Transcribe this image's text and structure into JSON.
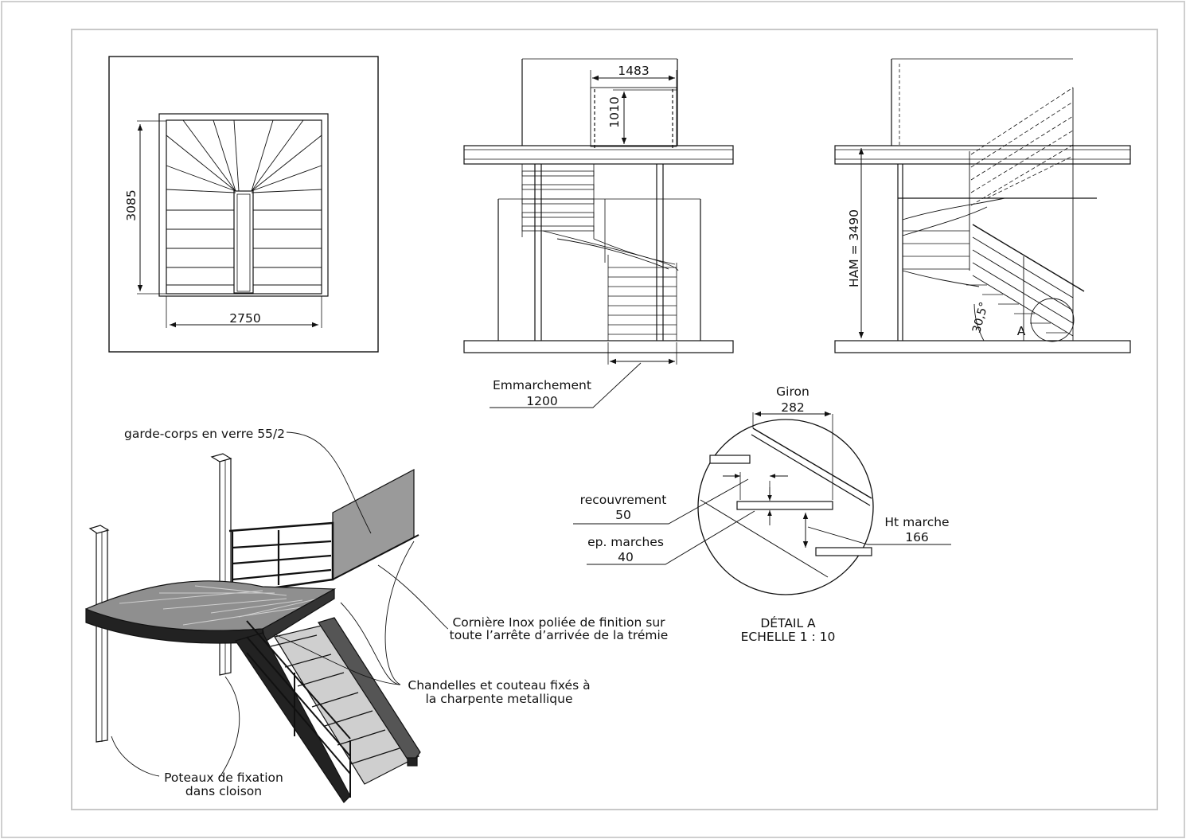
{
  "colors": {
    "line": "#111111",
    "frame": "#c8c8c8",
    "glass": "#9a9a9a",
    "tread_top": "#b8b8b8"
  },
  "plan": {
    "depth": "3085",
    "width": "2750"
  },
  "front": {
    "width": "1483",
    "height": "1010",
    "emmarchement_label": "Emmarchement",
    "emmarchement_value": "1200"
  },
  "side": {
    "ham": "HAM = 3490",
    "angle": "30,5°",
    "detail_marker": "A"
  },
  "detail": {
    "giron_label": "Giron",
    "giron_value": "282",
    "recouvrement_label": "recouvrement",
    "recouvrement_value": "50",
    "ep_label": "ep. marches",
    "ep_value": "40",
    "ht_label": "Ht marche",
    "ht_value": "166",
    "title": "DÉTAIL A",
    "scale": "ECHELLE 1 : 10"
  },
  "annotations": {
    "garde_corps": "garde-corps en verre 55/2",
    "corniere_1": "Cornière Inox poliée de finition sur",
    "corniere_2": "toute l’arrête d’arrivée de la trémie",
    "chandelles_1": "Chandelles et couteau fixés à",
    "chandelles_2": "la charpente metallique",
    "poteaux_1": "Poteaux de fixation",
    "poteaux_2": "dans cloison"
  }
}
